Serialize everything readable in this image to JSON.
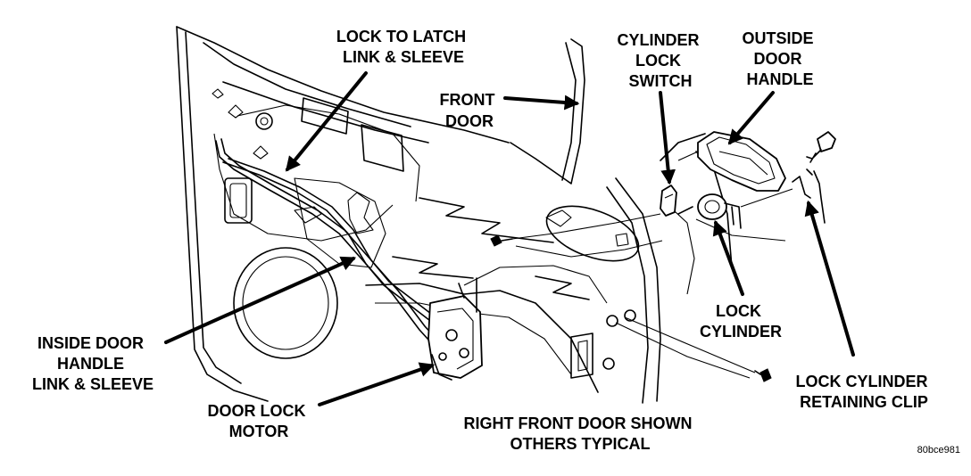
{
  "diagram": {
    "labels": {
      "lock_to_latch": [
        "LOCK TO LATCH",
        "LINK & SLEEVE"
      ],
      "front_door": [
        "FRONT",
        "DOOR"
      ],
      "cylinder_lock_switch": [
        "CYLINDER",
        "LOCK",
        "SWITCH"
      ],
      "outside_door_handle": [
        "OUTSIDE",
        "DOOR",
        "HANDLE"
      ],
      "inside_door_handle": [
        "INSIDE DOOR",
        "HANDLE",
        "LINK & SLEEVE"
      ],
      "lock_cylinder": [
        "LOCK",
        "CYLINDER"
      ],
      "door_lock_motor": [
        "DOOR LOCK",
        "MOTOR"
      ],
      "right_front_door": [
        "RIGHT FRONT DOOR SHOWN",
        "OTHERS TYPICAL"
      ],
      "lock_cylinder_retaining_clip": [
        "LOCK CYLINDER",
        "RETAINING CLIP"
      ]
    },
    "figure_code": "80bce981"
  }
}
